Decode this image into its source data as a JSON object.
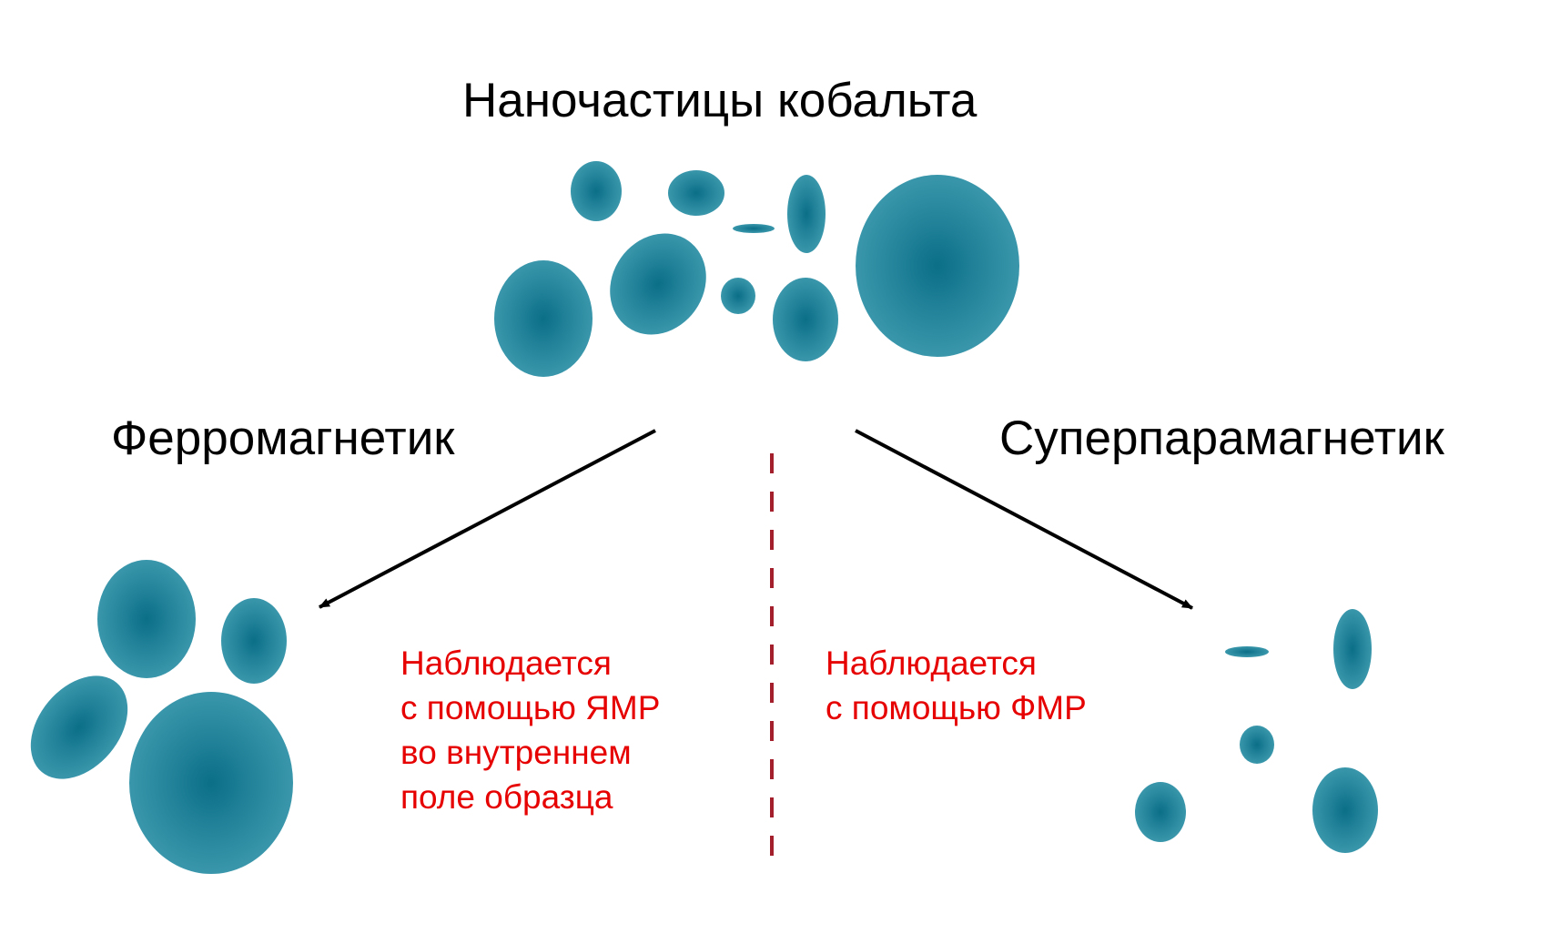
{
  "title": "Наночастицы кобальта",
  "left_label": "Ферромагнетик",
  "right_label": "Суперпарамагнетик",
  "left_note": [
    "Наблюдается",
    "с помощью ЯМР",
    "во внутреннем",
    "поле образца"
  ],
  "right_note": [
    "Наблюдается",
    "с помощью ФМР"
  ],
  "colors": {
    "particle_center": "#0b6f88",
    "particle_edge": "#3a97ab",
    "arrow": "#000000",
    "note_text": "#e60000",
    "divider": "#a31f2b"
  },
  "icons": {
    "particle": "cobalt-nanoparticle-icon",
    "arrow": "arrow-icon"
  }
}
